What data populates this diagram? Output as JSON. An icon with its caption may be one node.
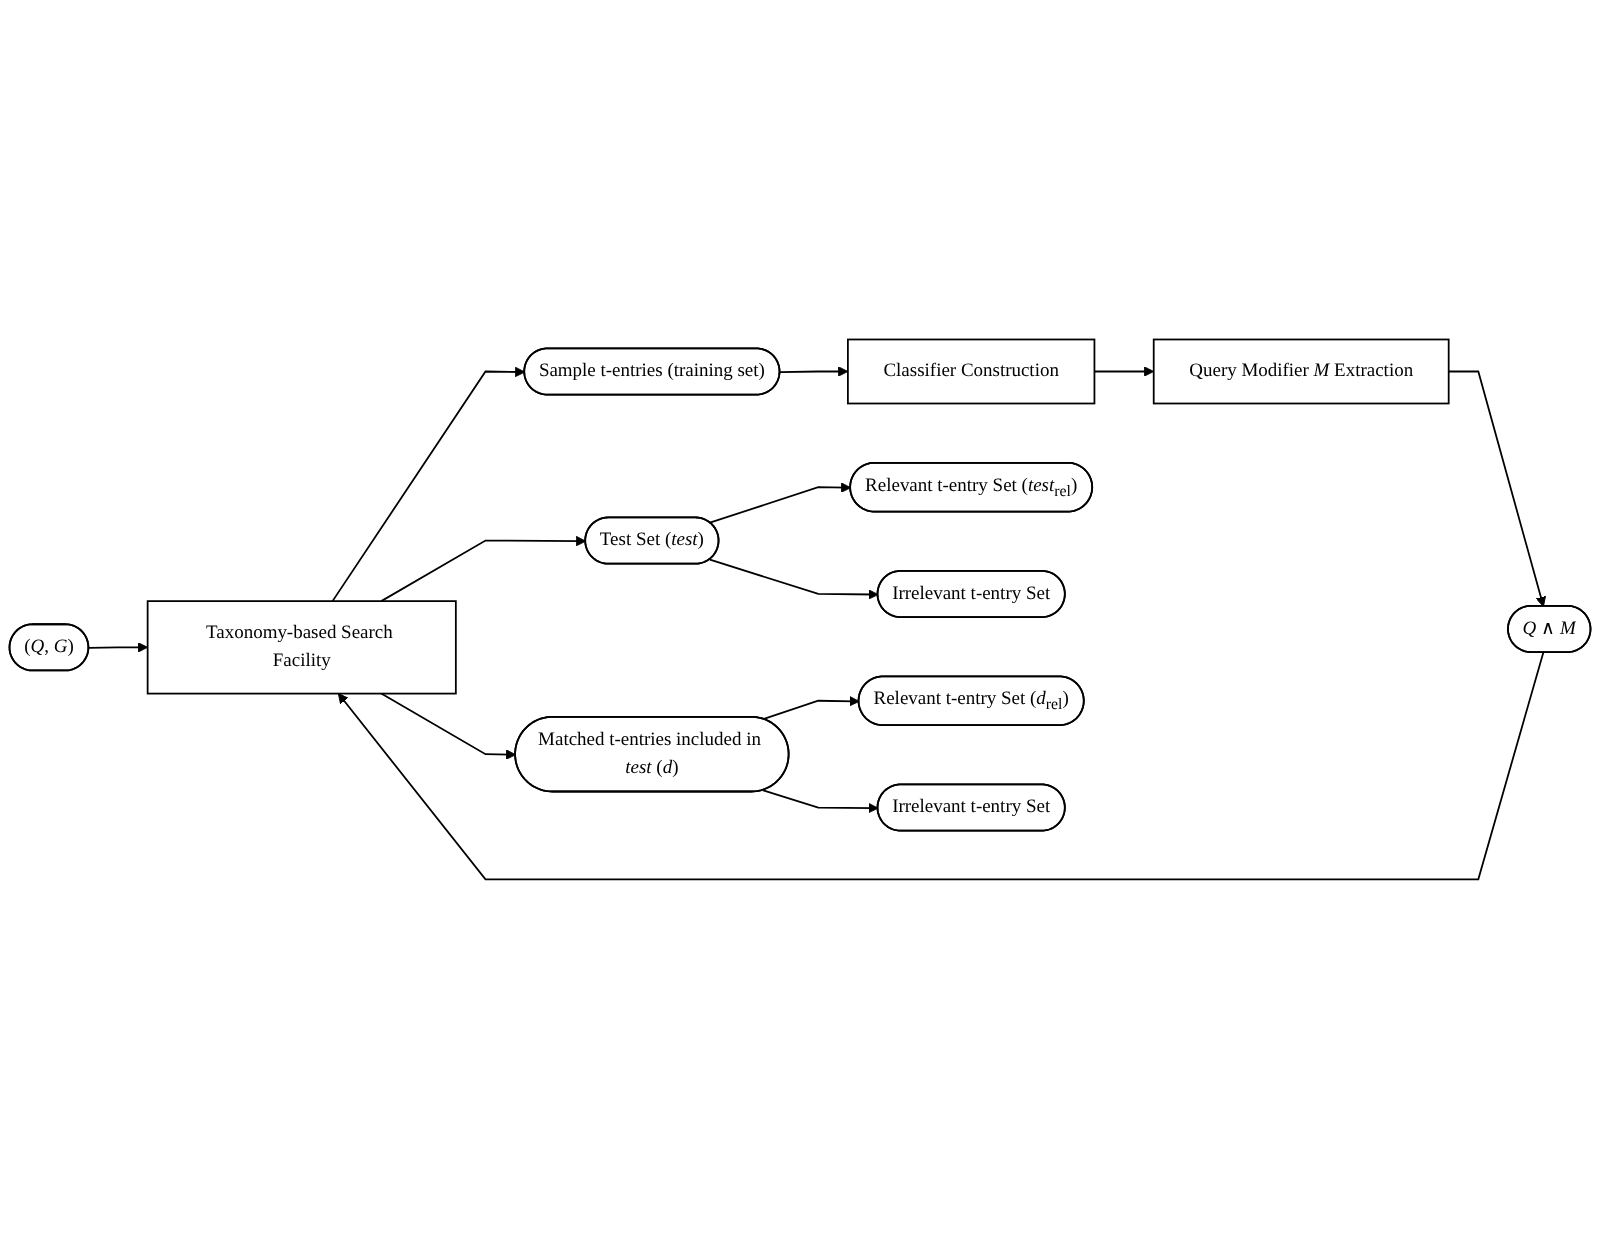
{
  "diagram": {
    "nodes": [
      {
        "text": [
          "(*Q*, *G*)"
        ]
      },
      {
        "text": [
          "Taxonomy-based Search Facility"
        ]
      },
      {
        "text": [
          "*Q* ∧ *M*"
        ]
      },
      {
        "text": [
          "Sample t-entries (training set)"
        ]
      },
      {
        "text": [
          "Classifier Construction"
        ]
      },
      {
        "text": [
          "Query Modifier *M* Extraction"
        ]
      },
      {
        "text": [
          "Test Set (*test*)"
        ]
      },
      {
        "text": [
          "Relevant t-entry Set (*test*$_{rel}$)"
        ]
      },
      {
        "text": [
          "Irrelevant t-entry Set"
        ]
      },
      {
        "text": [
          "Matched t-entries included in *test* (*d*)"
        ]
      },
      {
        "text": [
          "Relevant t-entry Set (*d*$_{rel}$)"
        ]
      },
      {
        "text": [
          "Irrelevant t-entry Set"
        ]
      }
    ],
    "edges": [
      {
        "from": 0,
        "to": 1,
        "arrow": "to"
      },
      {
        "from": 1,
        "to": 3,
        "arrow": "to"
      },
      {
        "from": 1,
        "to": 6,
        "arrow": "to"
      },
      {
        "from": 3,
        "to": 4,
        "arrow": "to"
      },
      {
        "from": 4,
        "to": 5,
        "arrow": "to"
      },
      {
        "from": 5,
        "to": 2,
        "arrow": "to"
      },
      {
        "from": 6,
        "to": 7,
        "arrow": "to"
      },
      {
        "from": 6,
        "to": 8,
        "arrow": "to"
      },
      {
        "from": 2,
        "to": 1,
        "arrow": "to"
      },
      {
        "from": 1,
        "to": 9,
        "arrow": "to"
      },
      {
        "from": 9,
        "to": 10,
        "arrow": "to"
      },
      {
        "from": 9,
        "to": 11,
        "arrow": "to"
      }
    ]
  }
}
